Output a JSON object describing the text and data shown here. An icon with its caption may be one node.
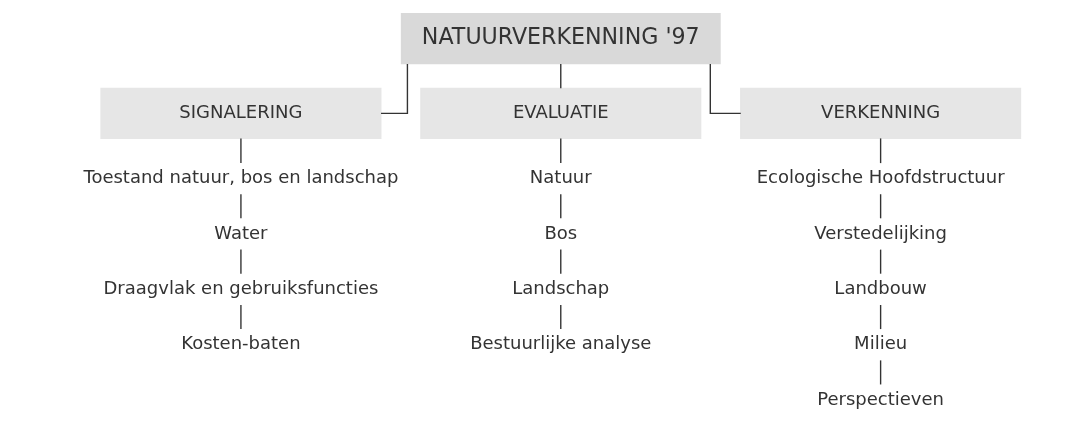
{
  "diagram": {
    "nodes": [
      {
        "text": [
          "NATUURVERKENNING '97"
        ]
      },
      {
        "text": [
          "SIGNALERING"
        ]
      },
      {
        "text": [
          "EVALUATIE"
        ]
      },
      {
        "text": [
          "VERKENNING"
        ]
      },
      {
        "text": [
          "Toestand natuur, bos en landschap"
        ]
      },
      {
        "text": [
          "Water"
        ]
      },
      {
        "text": [
          "Draagvlak en gebruiksfuncties"
        ]
      },
      {
        "text": [
          "Kosten-baten"
        ]
      },
      {
        "text": [
          "Natuur"
        ]
      },
      {
        "text": [
          "Bos"
        ]
      },
      {
        "text": [
          "Landschap"
        ]
      },
      {
        "text": [
          "Bestuurlijke analyse"
        ]
      },
      {
        "text": [
          "Ecologische Hoofdstructuur"
        ]
      },
      {
        "text": [
          "Verstedelijking"
        ]
      },
      {
        "text": [
          "Landbouw"
        ]
      },
      {
        "text": [
          "Milieu"
        ]
      },
      {
        "text": [
          "Perspectieven"
        ]
      }
    ],
    "edges": [
      {
        "from": 0,
        "to": 1,
        "arrow": "none"
      },
      {
        "from": 0,
        "to": 2,
        "arrow": "none"
      },
      {
        "from": 0,
        "to": 3,
        "arrow": "none"
      },
      {
        "from": 1,
        "to": 4,
        "arrow": "none"
      },
      {
        "from": 4,
        "to": 5,
        "arrow": "none"
      },
      {
        "from": 5,
        "to": 6,
        "arrow": "none"
      },
      {
        "from": 6,
        "to": 7,
        "arrow": "none"
      },
      {
        "from": 2,
        "to": 8,
        "arrow": "none"
      },
      {
        "from": 8,
        "to": 9,
        "arrow": "none"
      },
      {
        "from": 9,
        "to": 10,
        "arrow": "none"
      },
      {
        "from": 10,
        "to": 11,
        "arrow": "none"
      },
      {
        "from": 3,
        "to": 12,
        "arrow": "none"
      },
      {
        "from": 12,
        "to": 13,
        "arrow": "none"
      },
      {
        "from": 13,
        "to": 14,
        "arrow": "none"
      },
      {
        "from": 14,
        "to": 15,
        "arrow": "none"
      },
      {
        "from": 15,
        "to": 16,
        "arrow": "none"
      }
    ]
  }
}
